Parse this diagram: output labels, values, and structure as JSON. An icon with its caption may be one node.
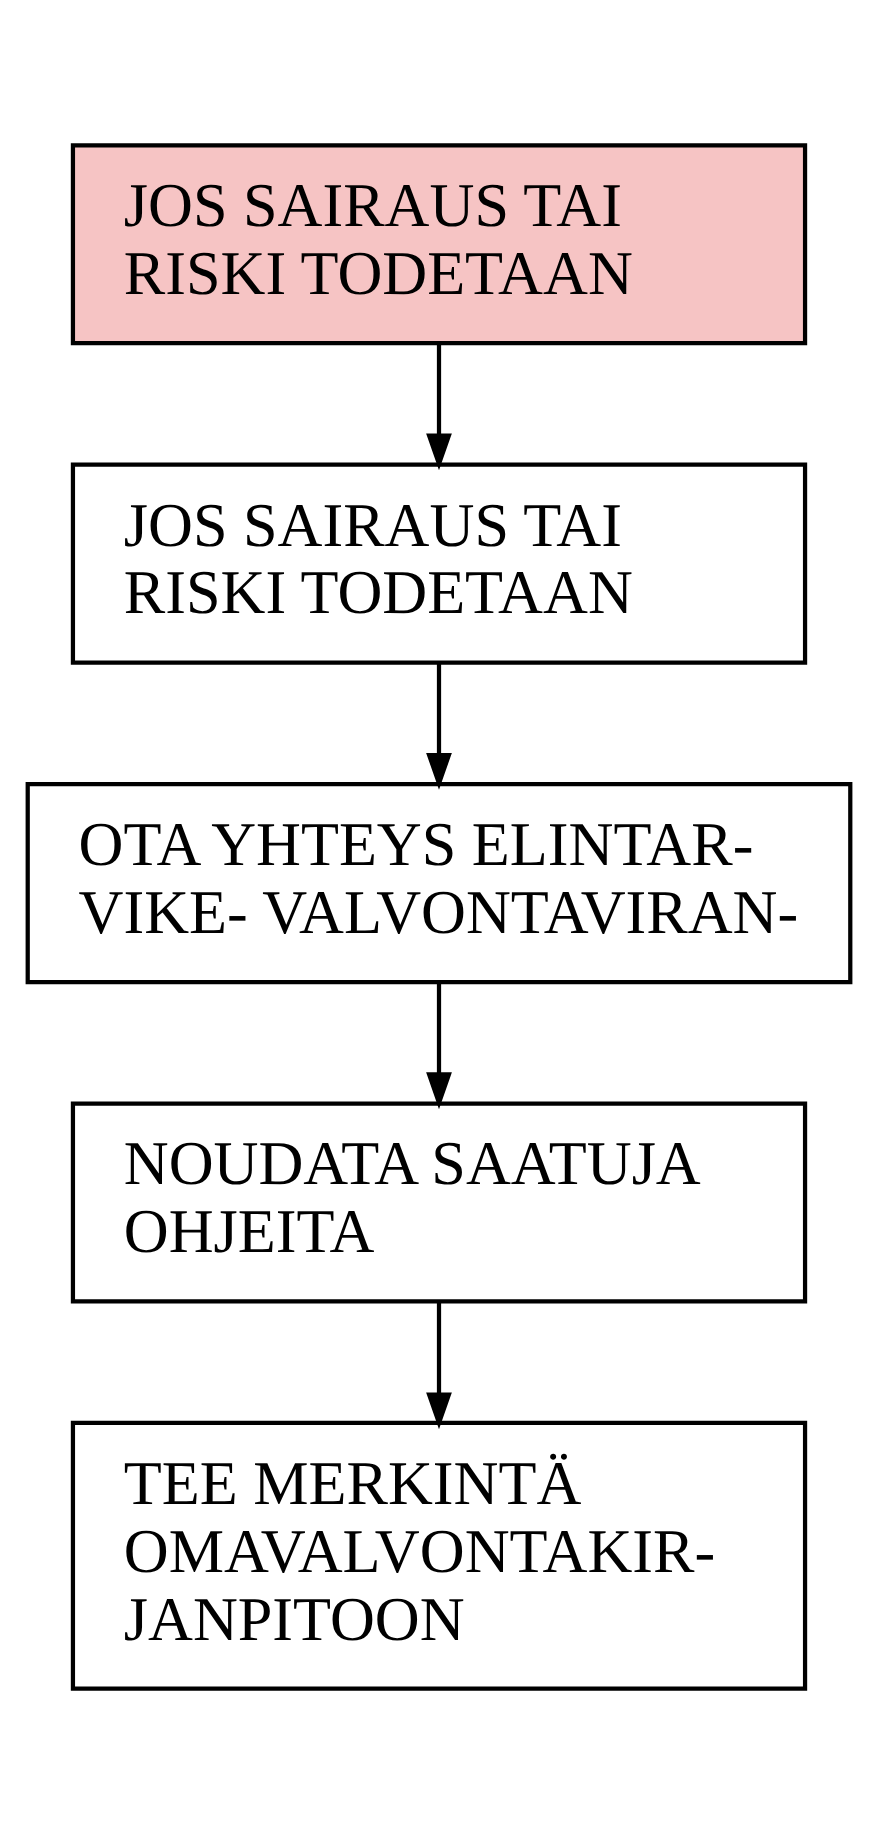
{
  "diagram": {
    "nodes": [
      {
        "text": [
          "JOS SAIRAUS TAI RISKI TODETAAN"
        ]
      },
      {
        "text": [
          "JOS SAIRAUS TAI RISKI TODETAAN"
        ]
      },
      {
        "text": [
          "OTA YHTEYS ELINTAR- VIKE- VALVONTAVIRAN-"
        ]
      },
      {
        "text": [
          "NOUDATA SAATUJA OHJEITA"
        ]
      },
      {
        "text": [
          "TEE MERKINTÄ OMAVALVONTAKIR- JANPITOON"
        ]
      }
    ],
    "edges": [
      {
        "from": 0,
        "to": 1,
        "arrow": "to"
      },
      {
        "from": 1,
        "to": 2,
        "arrow": "to"
      },
      {
        "from": 2,
        "to": 3,
        "arrow": "to"
      },
      {
        "from": 3,
        "to": 4,
        "arrow": "to"
      }
    ]
  }
}
